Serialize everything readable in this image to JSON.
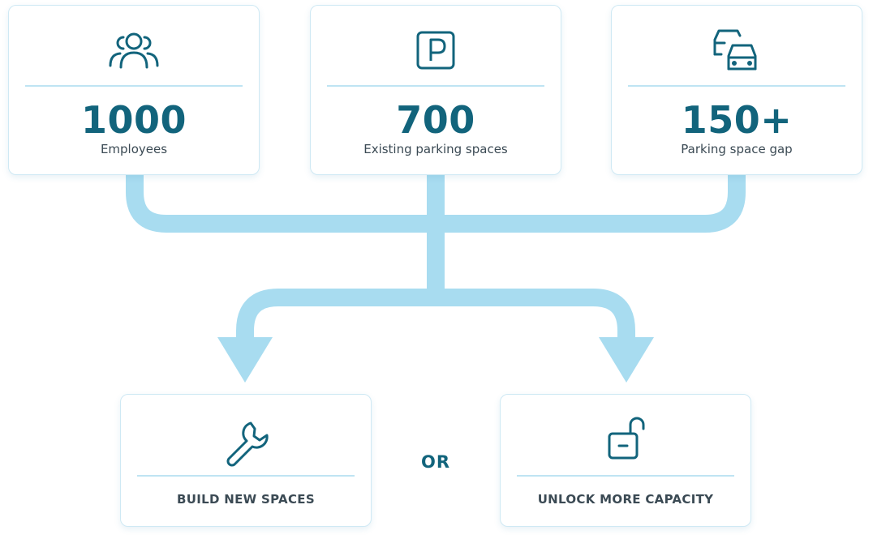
{
  "stats": [
    {
      "value": "1000",
      "label": "Employees",
      "icon": "people-icon"
    },
    {
      "value": "700",
      "label": "Existing parking spaces",
      "icon": "parking-sign-icon"
    },
    {
      "value": "150+",
      "label": "Parking space gap",
      "icon": "cars-icon"
    }
  ],
  "options": [
    {
      "label": "BUILD NEW SPACES",
      "icon": "wrench-icon"
    },
    {
      "label": "UNLOCK MORE CAPACITY",
      "icon": "unlocked-padlock-icon"
    }
  ],
  "connector": "OR",
  "colors": {
    "accent": "#12647c",
    "flow": "#a8dcf0",
    "border": "#cfe9f4",
    "text": "#3b4a54"
  }
}
